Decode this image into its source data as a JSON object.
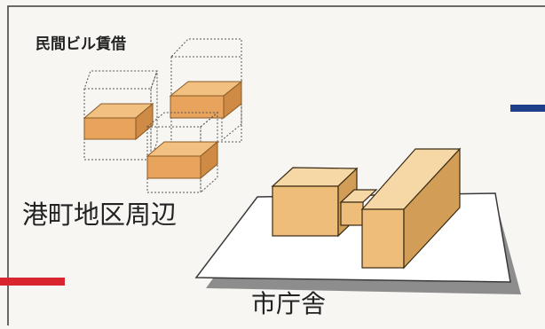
{
  "labels": {
    "rental": "民間ビル賃借",
    "area": "港町地区周辺",
    "cityhall": "市庁舎"
  },
  "colors": {
    "background": "#f7f6f3",
    "frame": "#3a3a3a",
    "box_top": "#f6d8a6",
    "box_front": "#eebd7a",
    "box_side": "#d29e57",
    "rent_front": "#e8a35d",
    "rent_top": "#f2c081",
    "rent_side": "#cf8a45",
    "accent_red": "#d9262e",
    "accent_blue": "#1f3f8b",
    "ground_shadow": "#8d8d8d",
    "ground": "#ffffff"
  }
}
